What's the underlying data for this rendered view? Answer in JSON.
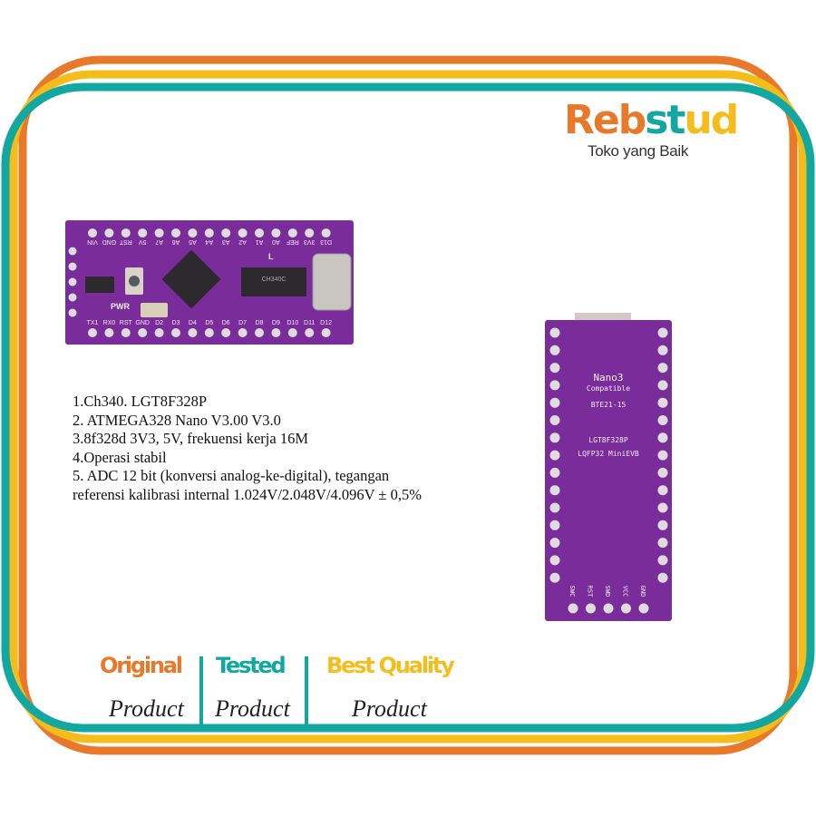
{
  "colors": {
    "orange": "#e8792b",
    "yellow": "#f4bd1c",
    "teal": "#13a7a2",
    "pcb": "#7b2c9b"
  },
  "brand": {
    "name_part1": "Reb",
    "name_part2": "st",
    "name_part3": "ud",
    "tagline": "Toko yang Baik"
  },
  "specs": [
    "1.Ch340. LGT8F328P",
    "2. ATMEGA328 Nano V3.00 V3.0",
    "3.8f328d 3V3, 5V, frekuensi kerja 16M",
    "4.Operasi stabil",
    "5. ADC 12 bit (konversi analog-ke-digital), tegangan",
    "referensi kalibrasi internal 1.024V/2.048V/4.096V ± 0,5%"
  ],
  "badges": [
    {
      "title": "Original",
      "subtitle": "Product"
    },
    {
      "title": "Tested",
      "subtitle": "Product"
    },
    {
      "title": "Best Quality",
      "subtitle": "Product"
    }
  ],
  "board_front": {
    "top_pins": [
      "VIN",
      "GND",
      "RST",
      "5V",
      "A7",
      "A6",
      "A5",
      "A4",
      "A3",
      "A2",
      "A1",
      "A0",
      "REF",
      "3V3",
      "D13"
    ],
    "bottom_pins": [
      "TX1",
      "RX0",
      "RST",
      "GND",
      "D2",
      "D3",
      "D4",
      "D5",
      "D6",
      "D7",
      "D8",
      "D9",
      "D10",
      "D11",
      "D12"
    ],
    "chip_label": "CH340C",
    "led_labels": {
      "pwr": "PWR",
      "l": "L"
    }
  },
  "board_back": {
    "line1": "Nano3",
    "line2": "Compatible",
    "line3": "BTE21-15",
    "line4": "LGT8F328P",
    "line5": "LQFP32 MiniEVB",
    "bottom_pads": [
      "SWC",
      "RST",
      "SWD",
      "VCC",
      "GND"
    ]
  }
}
